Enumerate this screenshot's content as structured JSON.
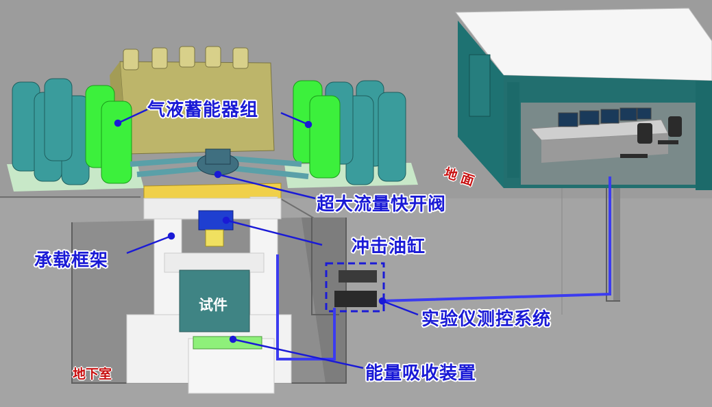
{
  "labels": {
    "accumulators": "气液蓄能器组",
    "quick_valve": "超大流量快开阀",
    "impact_cylinder": "冲击油缸",
    "load_frame": "承载框架",
    "measurement_system": "实验仪测控系统",
    "energy_absorber": "能量吸收装置",
    "specimen": "试件"
  },
  "zones": {
    "ground": "地 面",
    "basement": "地下室"
  },
  "colors": {
    "label_text": "#1a1ad6",
    "zone_text": "#c81010",
    "signal_line": "#3b3bf0",
    "accumulator_green": "#3cf03c",
    "accumulator_teal": "#3a9c9c",
    "frame": "#f4f4f4",
    "specimen": "#3f8484",
    "control_room": "#1e7272"
  }
}
